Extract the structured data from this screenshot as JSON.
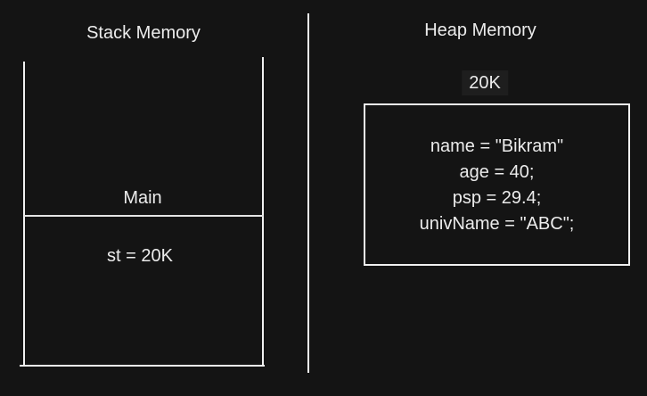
{
  "canvas": {
    "background_color": "#141414",
    "line_color": "#f1f1f1",
    "text_color": "#ececec",
    "address_highlight_color": "#1e1e1e"
  },
  "stack": {
    "title": "Stack Memory",
    "frames": [
      {
        "label": "Main",
        "content": "st = 20K"
      }
    ]
  },
  "heap": {
    "title": "Heap Memory",
    "address_label": "20K",
    "object_lines": [
      "name = \"Bikram\"",
      "age = 40;",
      "psp = 29.4;",
      "univName = \"ABC\";"
    ]
  }
}
